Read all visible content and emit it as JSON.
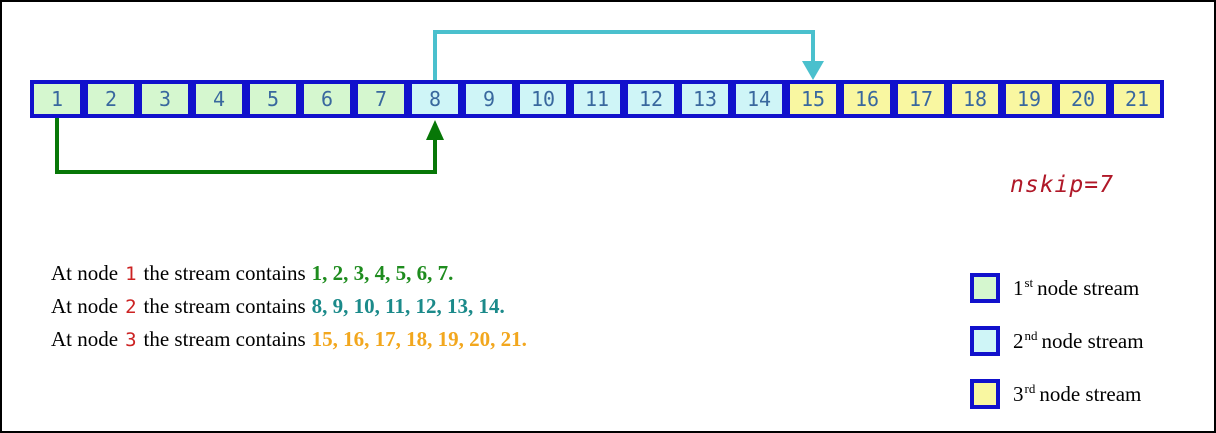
{
  "colors": {
    "cell_border_blue": "#1111cc",
    "stream1_fill_green": "#d5f7cf",
    "stream2_fill_cyan": "#cff5f7",
    "stream3_fill_yellow": "#f9f7a1",
    "cell_number_blue": "#39689e",
    "green_arrow": "#077707",
    "cyan_arrow": "#4ac0cd",
    "node_number_red": "#cc2222",
    "nskip_red": "#b01828",
    "stream1_numbers_green": "#1e8c1e",
    "stream2_numbers_teal": "#1b8a8a",
    "stream3_numbers_orange": "#f2a71e"
  },
  "row": {
    "cells": [
      "1",
      "2",
      "3",
      "4",
      "5",
      "6",
      "7",
      "8",
      "9",
      "10",
      "11",
      "12",
      "13",
      "14",
      "15",
      "16",
      "17",
      "18",
      "19",
      "20",
      "21"
    ]
  },
  "annotation": {
    "nskip_label": "nskip=7"
  },
  "statements": [
    {
      "prefix": "At node",
      "node": "1",
      "middle": "the stream contains",
      "numbers": "1, 2, 3, 4, 5, 6, 7."
    },
    {
      "prefix": "At node",
      "node": "2",
      "middle": "the stream contains",
      "numbers": "8, 9, 10, 11, 12, 13, 14."
    },
    {
      "prefix": "At node",
      "node": "3",
      "middle": "the stream contains",
      "numbers": "15, 16, 17, 18, 19, 20, 21."
    }
  ],
  "legend": [
    {
      "ordinal": "1",
      "suffix": "st",
      "label": "node stream"
    },
    {
      "ordinal": "2",
      "suffix": "nd",
      "label": "node stream"
    },
    {
      "ordinal": "3",
      "suffix": "rd",
      "label": "node stream"
    }
  ]
}
